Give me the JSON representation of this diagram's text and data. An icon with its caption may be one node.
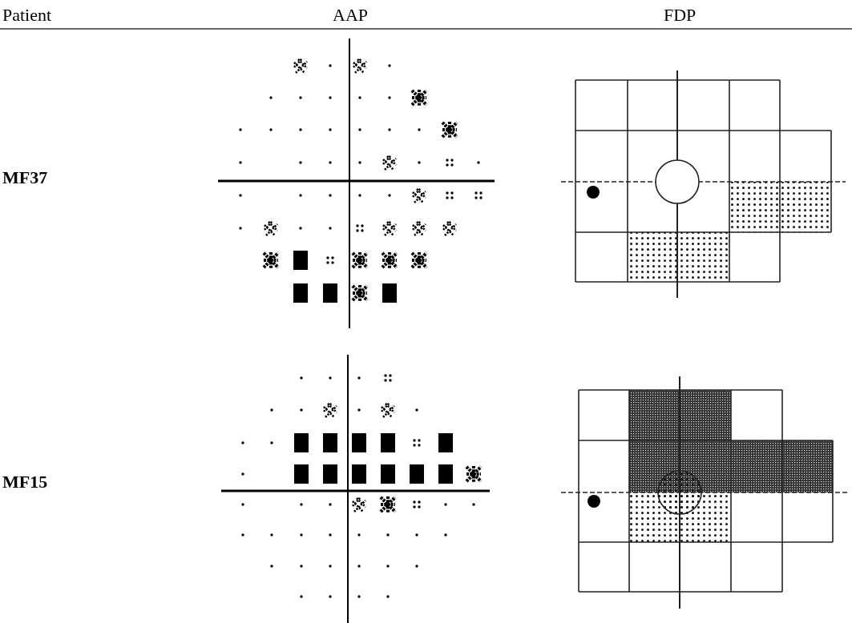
{
  "diagram": {
    "labels": [
      "Patient",
      "AAP",
      "FDP",
      "MF37",
      "MF15"
    ]
  }
}
